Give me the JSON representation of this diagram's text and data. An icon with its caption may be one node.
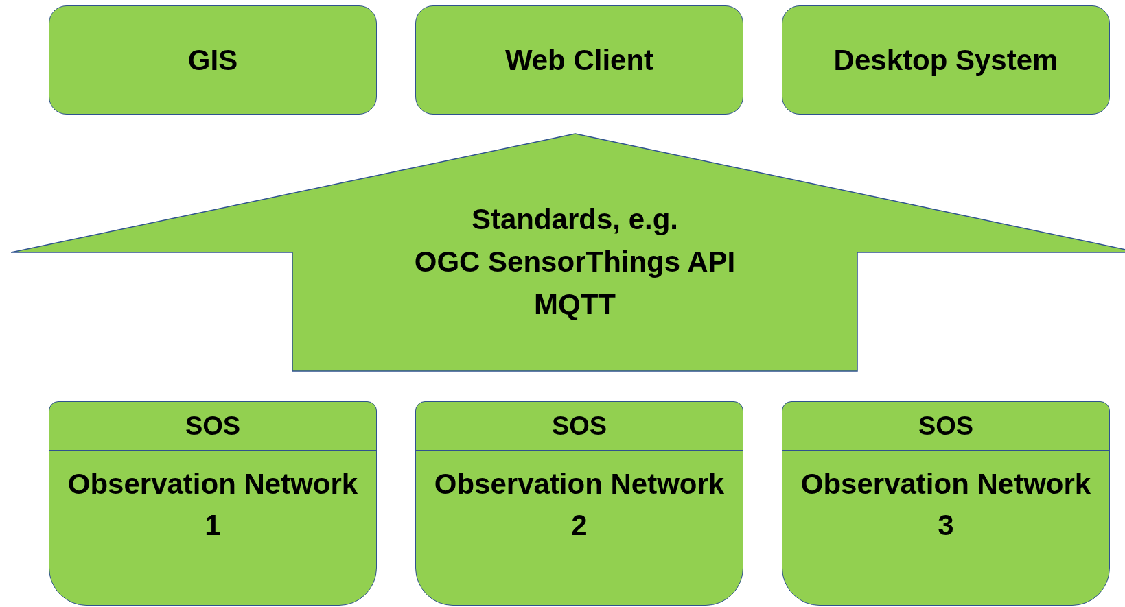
{
  "diagram": {
    "nodes": [
      {
        "text": [
          "GIS"
        ]
      },
      {
        "text": [
          "Web Client"
        ]
      },
      {
        "text": [
          "Desktop System"
        ]
      },
      {
        "text": [
          "Standards, e.g.",
          "OGC SensorThings API",
          "MQTT"
        ]
      },
      {
        "text": [
          "SOS",
          "Observation Network 1"
        ]
      },
      {
        "text": [
          "SOS",
          "Observation Network 2"
        ]
      },
      {
        "text": [
          "SOS",
          "Observation Network 3"
        ]
      }
    ]
  }
}
